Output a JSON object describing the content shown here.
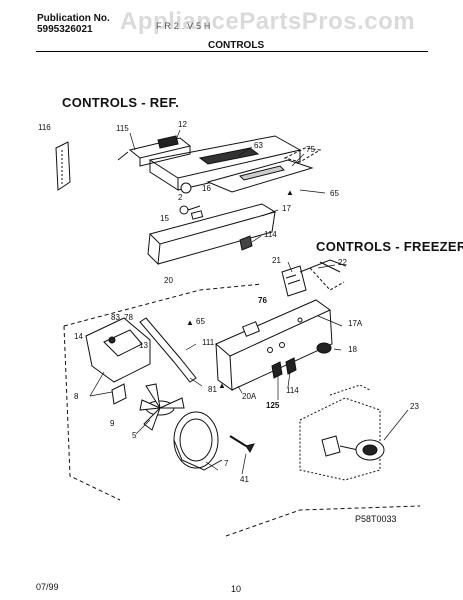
{
  "header": {
    "publication_label": "Publication No.",
    "publication_number": "5995326021",
    "model": "F R 2 . V 5 H",
    "section": "CONTROLS"
  },
  "watermark": "AppliancePartsPros.com",
  "diagram": {
    "title_ref": "CONTROLS - REF.",
    "title_freezer": "CONTROLS - FREEZER",
    "figure_code": "P58T0033",
    "callouts_ref": [
      "116",
      "115",
      "12",
      "63",
      "75",
      "16",
      "2",
      "65",
      "15",
      "17",
      "114",
      "20"
    ],
    "callouts_freezer": [
      "21",
      "22",
      "76",
      "17A",
      "65",
      "18",
      "83",
      "78",
      "14",
      "13",
      "111",
      "8",
      "81",
      "114",
      "20A",
      "125",
      "9",
      "5",
      "7",
      "41",
      "23"
    ]
  },
  "footer": {
    "date": "07/99",
    "page": "10"
  }
}
